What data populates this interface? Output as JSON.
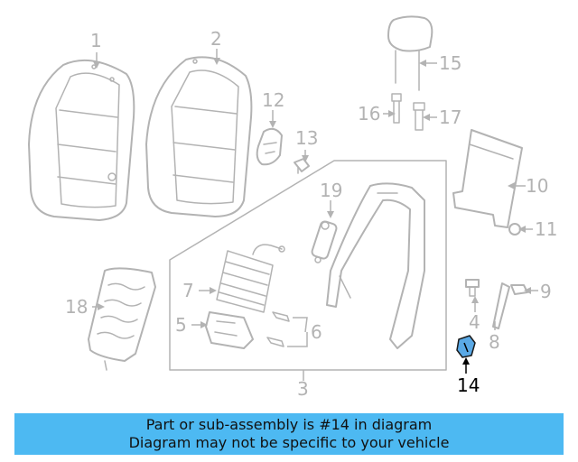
{
  "callouts": [
    {
      "id": "1",
      "label": "1"
    },
    {
      "id": "2",
      "label": "2"
    },
    {
      "id": "3",
      "label": "3"
    },
    {
      "id": "4",
      "label": "4"
    },
    {
      "id": "5",
      "label": "5"
    },
    {
      "id": "6",
      "label": "6"
    },
    {
      "id": "7",
      "label": "7"
    },
    {
      "id": "8",
      "label": "8"
    },
    {
      "id": "9",
      "label": "9"
    },
    {
      "id": "10",
      "label": "10"
    },
    {
      "id": "11",
      "label": "11"
    },
    {
      "id": "12",
      "label": "12"
    },
    {
      "id": "13",
      "label": "13"
    },
    {
      "id": "14",
      "label": "14"
    },
    {
      "id": "15",
      "label": "15"
    },
    {
      "id": "16",
      "label": "16"
    },
    {
      "id": "17",
      "label": "17"
    },
    {
      "id": "18",
      "label": "18"
    },
    {
      "id": "19",
      "label": "19"
    }
  ],
  "highlighted_part": "14",
  "colors": {
    "part_lines": "#b3b3b3",
    "highlight_fill": "#5aa9e6",
    "banner_background": "#4db9f2"
  },
  "banner": {
    "line1": "Part or sub-assembly is #14 in diagram",
    "line2": "Diagram may not be specific to your vehicle"
  }
}
